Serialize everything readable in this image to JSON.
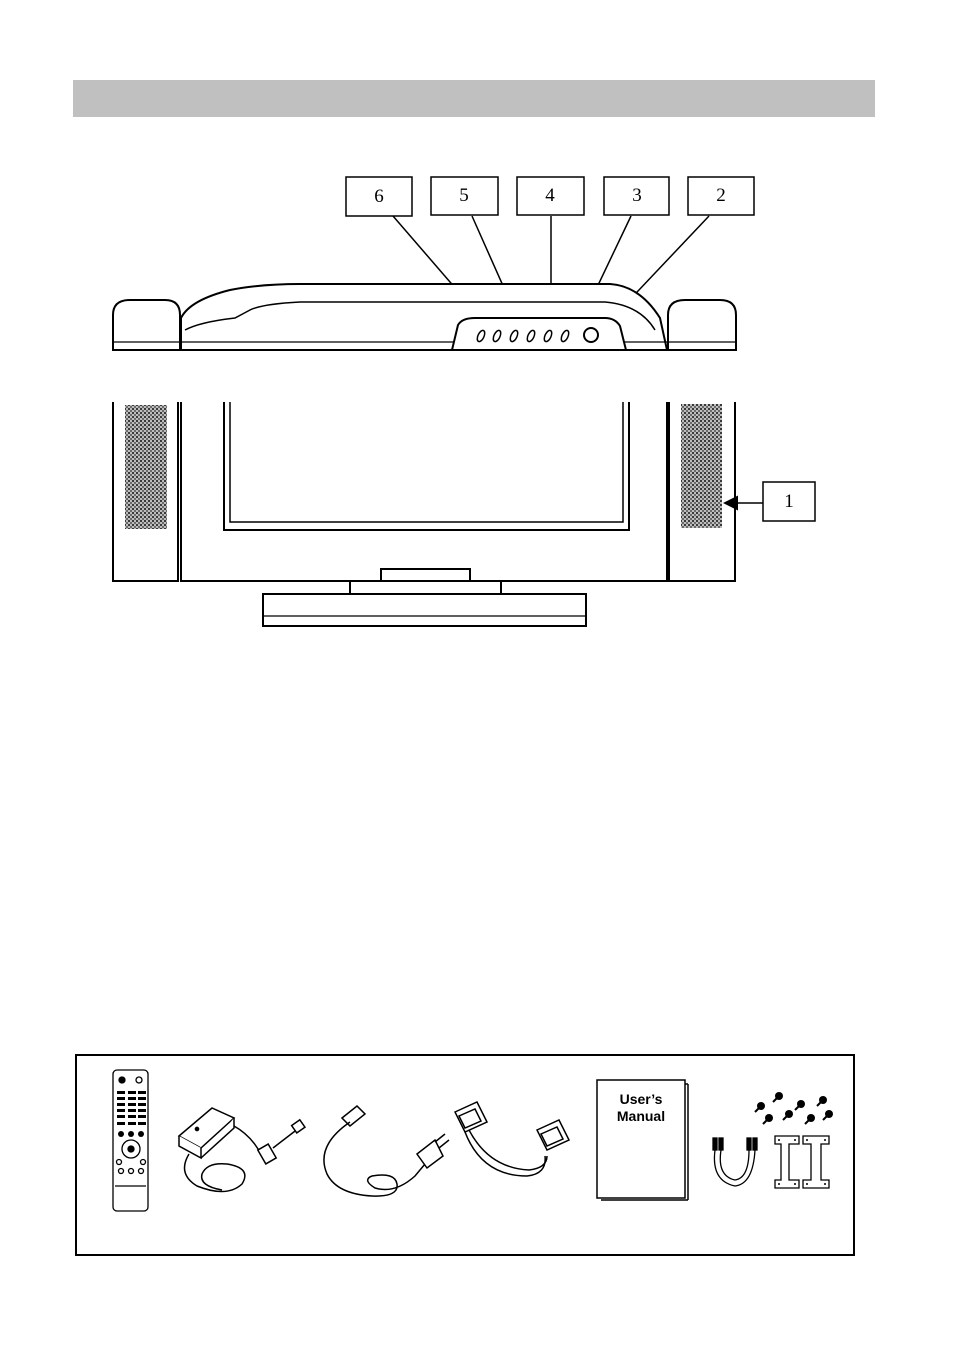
{
  "diagram": {
    "callouts": [
      "1",
      "2",
      "3",
      "4",
      "5",
      "6"
    ]
  },
  "accessories": {
    "manual_line1": "User’s",
    "manual_line2": "Manual"
  }
}
